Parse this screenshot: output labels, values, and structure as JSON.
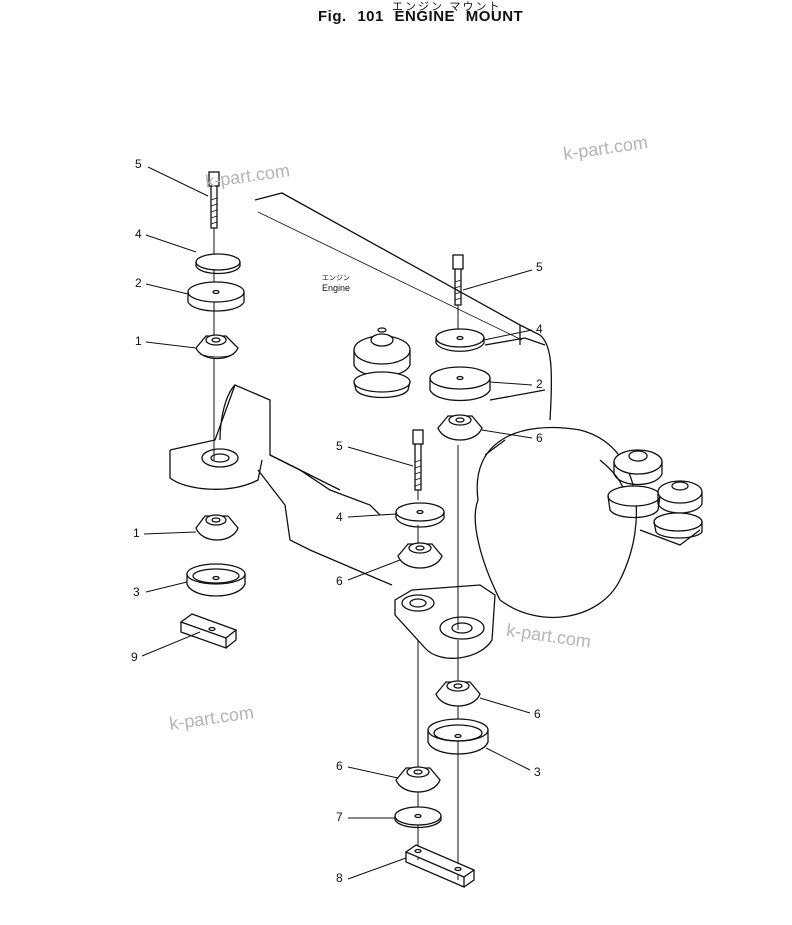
{
  "title": {
    "japanese": "エンジン マウント",
    "main": "Fig. 101  ENGINE MOUNT"
  },
  "engine_label": {
    "japanese": "エンジン",
    "english": "Engine"
  },
  "callouts": [
    "5",
    "4",
    "2",
    "1",
    "1",
    "3",
    "9",
    "5",
    "4",
    "2",
    "6",
    "5",
    "4",
    "6",
    "6",
    "3",
    "6",
    "7",
    "8"
  ],
  "watermarks": [
    "k-part.com",
    "k-part.com",
    "k-part.com",
    "k-part.com"
  ]
}
